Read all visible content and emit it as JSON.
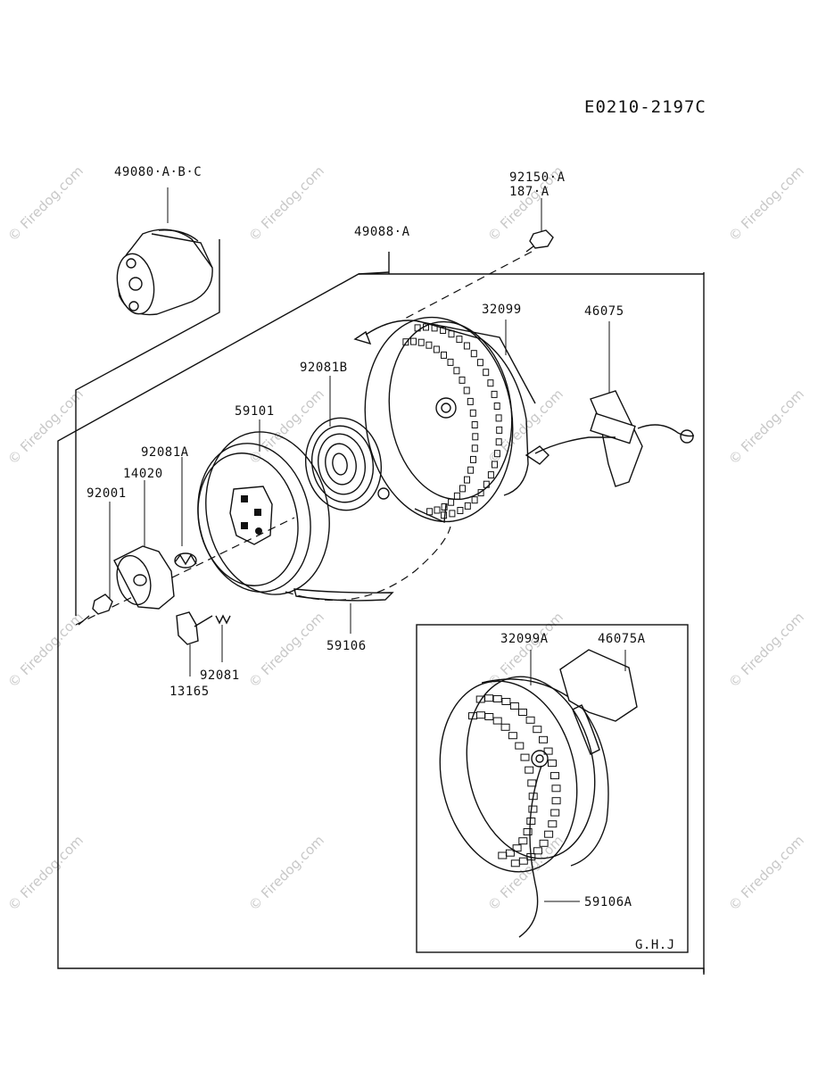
{
  "diagram": {
    "code": "E0210-2197C",
    "parts": {
      "p49080": "49080·A·B·C",
      "p92150": "92150·A",
      "p187": "187·A",
      "p49088": "49088·A",
      "p32099": "32099",
      "p46075": "46075",
      "p92081B": "92081B",
      "p59101": "59101",
      "p92081A": "92081A",
      "p14020": "14020",
      "p92001": "92001",
      "p59106": "59106",
      "p92081": "92081",
      "p13165": "13165",
      "p32099A": "32099A",
      "p46075A": "46075A",
      "p59106A": "59106A"
    },
    "variant_label": "G.H.J"
  },
  "watermark": {
    "text": "© Firedog.com"
  }
}
